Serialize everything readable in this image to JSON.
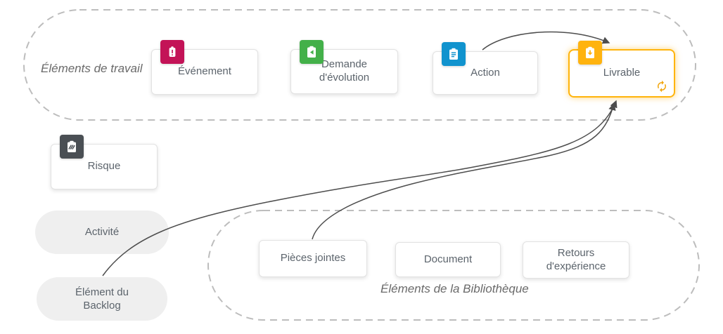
{
  "work_section": {
    "label": "Éléments de travail",
    "cards": {
      "evenement": {
        "label": "Événement",
        "color": "#C31357",
        "icon": "event-exclamation-icon"
      },
      "demande": {
        "label": "Demande d'évolution",
        "color": "#43B049",
        "icon": "clipboard-arrow-left-icon"
      },
      "action": {
        "label": "Action",
        "color": "#1193CE",
        "icon": "clipboard-list-icon"
      },
      "livrable": {
        "label": "Livrable",
        "color": "#FFB30F",
        "icon": "clipboard-arrow-down-icon",
        "border_color": "#FFB40C",
        "status_icon": "sync-icon"
      }
    }
  },
  "standalone": {
    "risque": {
      "label": "Risque",
      "color": "#4A4F54",
      "icon": "clipboard-hazard-icon"
    },
    "activite": {
      "label": "Activité"
    },
    "backlog": {
      "label": "Élément du Backlog"
    }
  },
  "library_section": {
    "label": "Éléments de la Bibliothèque",
    "cards": {
      "pieces_jointes": {
        "label": "Pièces jointes"
      },
      "document": {
        "label": "Document"
      },
      "retours": {
        "label": "Retours d'expérience"
      }
    }
  },
  "edges": [
    {
      "from": "action",
      "to": "livrable"
    },
    {
      "from": "backlog",
      "to": "livrable"
    },
    {
      "from": "pieces_jointes",
      "to": "livrable"
    }
  ],
  "colors": {
    "dashed_border": "#BDBDBD",
    "pill_bg": "#EFEFEF",
    "arrow": "#4D4D4D",
    "card_text": "#5C646C",
    "sync": "#F2A50A"
  }
}
